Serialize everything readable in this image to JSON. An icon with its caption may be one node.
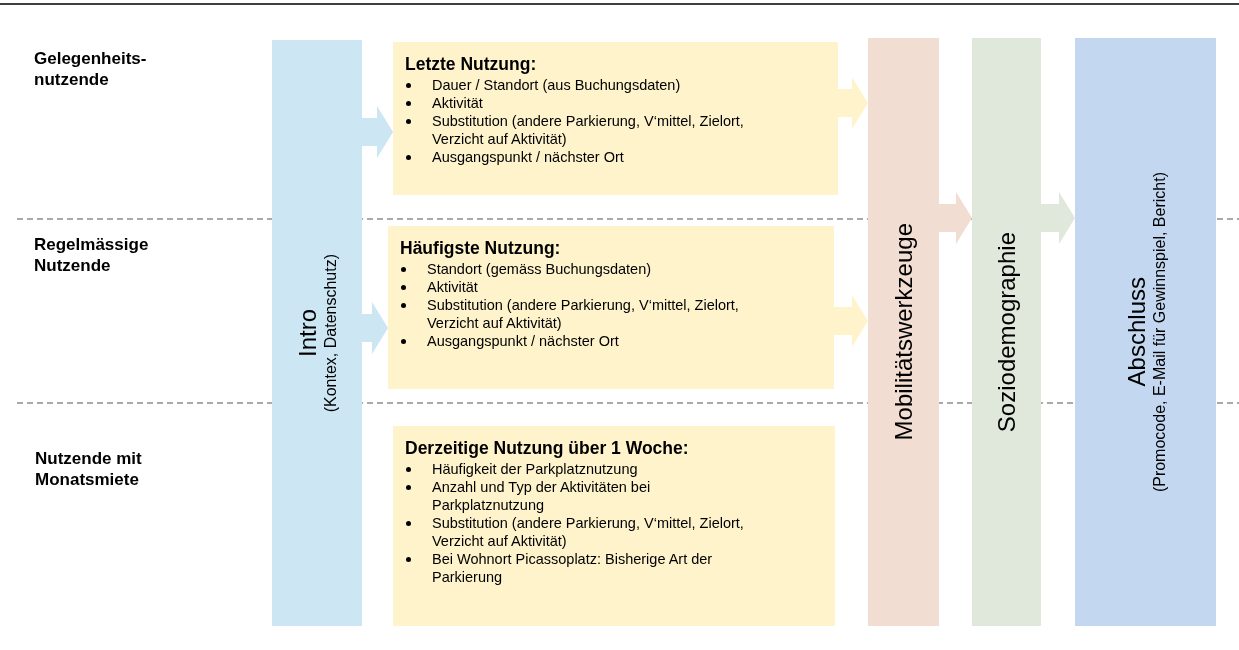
{
  "diagram": {
    "nodes": [
      {
        "text": [
          "Intro",
          "(Kontex, Datenschutz)"
        ]
      },
      {
        "text": [
          "Letzte Nutzung:",
          "Dauer / Standort (aus Buchungsdaten)",
          "Aktivität",
          "Substitution (andere Parkierung, V‘mittel, Zielort, Verzicht auf Aktivität)",
          "Ausgangspunkt / nächster Ort"
        ]
      },
      {
        "text": [
          "Häufigste Nutzung:",
          "Standort (gemäss Buchungsdaten)",
          "Aktivität",
          "Substitution (andere Parkierung, V‘mittel, Zielort, Verzicht auf Aktivität)",
          "Ausgangspunkt / nächster Ort"
        ]
      },
      {
        "text": [
          "Derzeitige Nutzung über 1 Woche:",
          "Häufigkeit der Parkplatznutzung",
          "Anzahl und Typ der Aktivitäten bei Parkplatznutzung",
          "Substitution (andere Parkierung, V‘mittel, Zielort, Verzicht auf Aktivität)",
          "Bei Wohnort Picassoplatz: Bisherige Art der Parkierung"
        ]
      },
      {
        "text": [
          "Mobilitätswerkzeuge"
        ]
      },
      {
        "text": [
          "Soziodemographie"
        ]
      },
      {
        "text": [
          "Abschluss",
          "(Promocode, E-Mail für Gewinnspiel, Bericht)"
        ]
      }
    ],
    "edges": [
      {
        "from": 0,
        "to": 1,
        "arrow": "to",
        "color": "#cde6f3"
      },
      {
        "from": 0,
        "to": 2,
        "arrow": "to",
        "color": "#cde6f3"
      },
      {
        "from": 1,
        "to": 4,
        "arrow": "to",
        "color": "#fff3cc"
      },
      {
        "from": 2,
        "to": 4,
        "arrow": "to",
        "color": "#fff3cc"
      },
      {
        "from": 4,
        "to": 5,
        "arrow": "to",
        "color": "#f2ddd3"
      },
      {
        "from": 5,
        "to": 6,
        "arrow": "to",
        "color": "#e0e8dc"
      }
    ],
    "labels": [
      "Gelegenheits-nutzende",
      "Regelmässige Nutzende",
      "Nutzende mit Monatsmiete"
    ]
  }
}
